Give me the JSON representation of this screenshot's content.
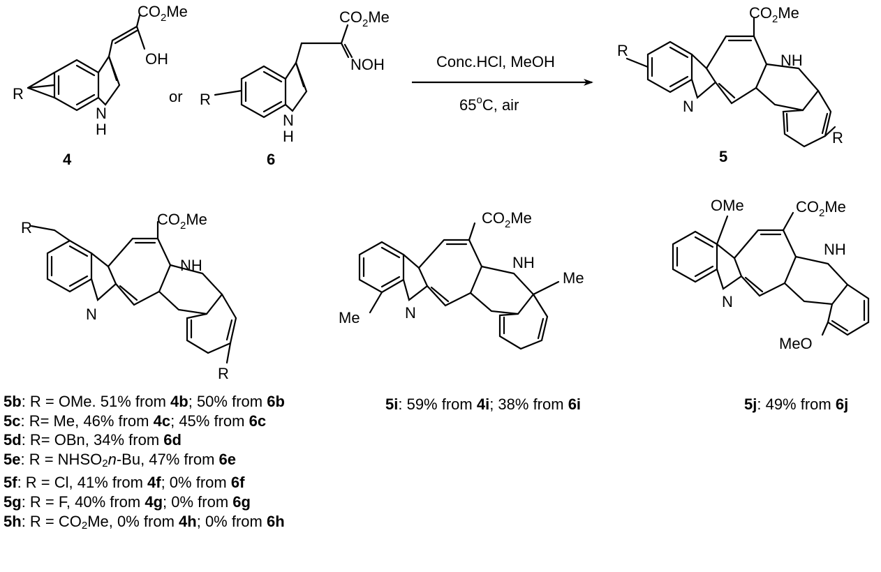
{
  "substituent_labels": {
    "co2me": "CO",
    "co2me_sub": "2",
    "co2me_tail": "Me",
    "oh": "OH",
    "noh": "NOH",
    "nh": "NH",
    "h": "H",
    "n": "N",
    "r": "R",
    "me": "Me",
    "ome": "OMe",
    "meo": "MeO"
  },
  "reaction": {
    "reactant_a_label": "4",
    "or_text": "or",
    "reactant_b_label": "6",
    "product_label": "5",
    "conditions_top": "Conc.HCl, MeOH",
    "conditions_bottom_prefix": "65",
    "conditions_bottom_sup": "o",
    "conditions_bottom_suffix": "C, air"
  },
  "yield_list": [
    {
      "cmpd": "5b",
      "text": ": R = OMe. 51% from ",
      "src1": "4b",
      "mid": "; 50% from ",
      "src2": "6b"
    },
    {
      "cmpd": "5c",
      "text": ": R= Me, 46% from ",
      "src1": "4c",
      "mid": "; 45% from ",
      "src2": "6c"
    },
    {
      "cmpd": "5d",
      "text": ": R= OBn, 34% from ",
      "src1": "6d",
      "mid": "",
      "src2": ""
    },
    {
      "cmpd": "5e",
      "text_a": ": R = NHSO",
      "text_sub": "2",
      "text_it": "n",
      "text_b": "-Bu, 47% from ",
      "src1": "6e"
    },
    {
      "cmpd": "5f",
      "text": ": R = Cl, 41% from ",
      "src1": "4f",
      "mid": ";  0% from ",
      "src2": "6f"
    },
    {
      "cmpd": "5g",
      "text": ": R = F, 40% from ",
      "src1": "4g",
      "mid": ";  0% from ",
      "src2": "6g"
    },
    {
      "cmpd": "5h",
      "text_a": ": R = CO",
      "text_sub": "2",
      "text_b": "Me, 0% from ",
      "src1": "4h",
      "mid": ";  0% from ",
      "src2": "6h"
    }
  ],
  "yield_5i": {
    "cmpd": "5i",
    "text": ": 59% from ",
    "src1": "4i",
    "mid": "; 38% from ",
    "src2": "6i"
  },
  "yield_5j": {
    "cmpd": "5j",
    "text": ": 49% from ",
    "src1": "6j"
  }
}
